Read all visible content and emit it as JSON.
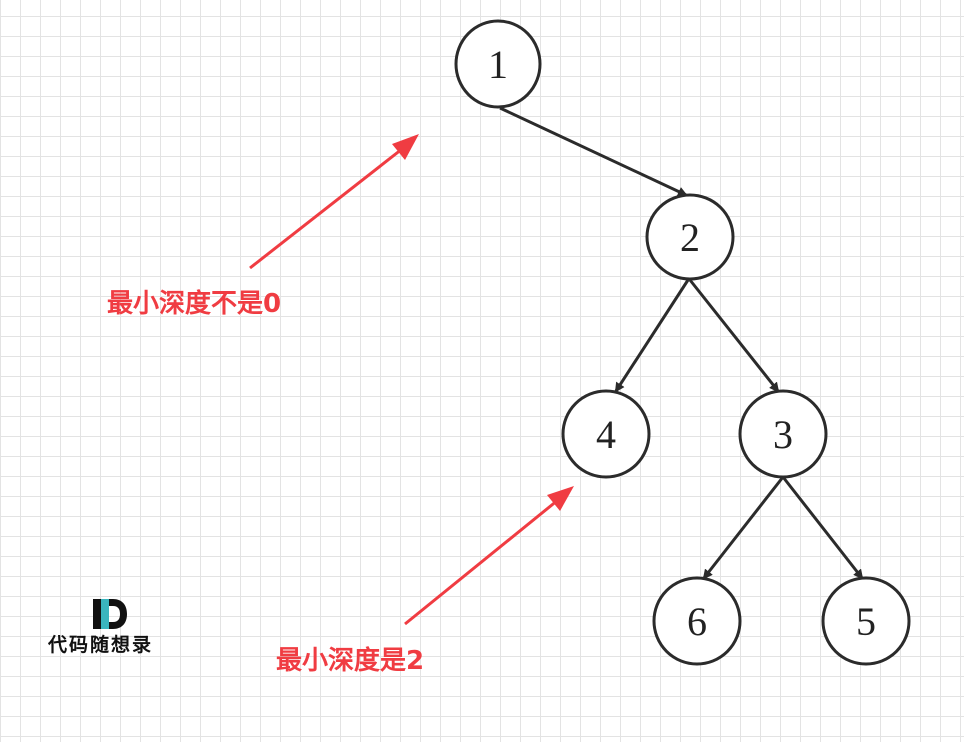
{
  "tree": {
    "nodes": [
      {
        "id": "n1",
        "label": "1"
      },
      {
        "id": "n2",
        "label": "2"
      },
      {
        "id": "n4",
        "label": "4"
      },
      {
        "id": "n3",
        "label": "3"
      },
      {
        "id": "n6",
        "label": "6"
      },
      {
        "id": "n5",
        "label": "5"
      }
    ],
    "edges": [
      {
        "from": "n1",
        "to": "n2"
      },
      {
        "from": "n2",
        "to": "n4"
      },
      {
        "from": "n2",
        "to": "n3"
      },
      {
        "from": "n3",
        "to": "n6"
      },
      {
        "from": "n3",
        "to": "n5"
      }
    ]
  },
  "annotations": {
    "root_note": "最小深度不是0",
    "leaf_note": "最小深度是2",
    "color": "#f03c42"
  },
  "logo": {
    "text": "代码随想录",
    "mark_colors": [
      "#111111",
      "#3ab5be"
    ]
  }
}
